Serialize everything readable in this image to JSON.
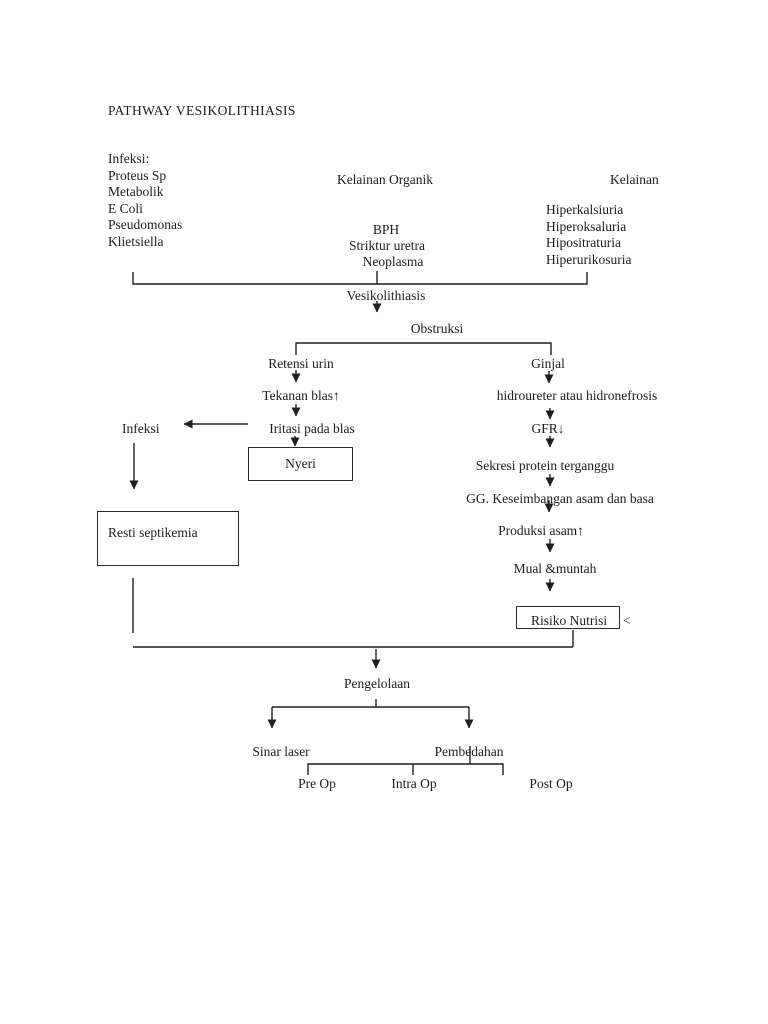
{
  "page": {
    "title": "PATHWAY VESIKOLITHIASIS"
  },
  "causes": {
    "infection": {
      "heading": "Infeksi:",
      "items": [
        "Proteus Sp",
        "Metabolik",
        "E Coli",
        "Pseudomonas",
        "Klietsiella"
      ]
    },
    "organic": {
      "heading": "Kelainan Organik",
      "items": [
        "BPH",
        "Striktur uretra",
        "Neoplasma"
      ]
    },
    "metabolic": {
      "heading": "Kelainan",
      "items": [
        "Hiperkalsiuria",
        "Hiperoksaluria",
        "Hipositraturia",
        "Hiperurikosuria"
      ]
    }
  },
  "flow": {
    "vesikolithiasis": "Vesikolithiasis",
    "obstruksi": "Obstruksi",
    "left_branch": {
      "retensi_urin": "Retensi urin",
      "tekanan_blas": "Tekanan blas↑",
      "iritasi_pada_blas": "Iritasi pada blas",
      "infeksi": "Infeksi",
      "nyeri": "Nyeri",
      "resti_septikemia": "Resti septikemia"
    },
    "right_branch": {
      "ginjal": "Ginjal",
      "hidroureter": "hidroureter atau hidronefrosis",
      "gfr": "GFR↓",
      "sekresi_protein": "Sekresi protein terganggu",
      "gg_keseimbangan": "GG. Keseimbangan asam dan basa",
      "produksi_asam": "Produksi asam↑",
      "mual_muntah": "Mual &muntah",
      "risiko_nutrisi": "Risiko Nutrisi",
      "risiko_nutrisi_suffix": "<"
    },
    "management": {
      "pengelolaan": "Pengelolaan",
      "sinar_laser": "Sinar laser",
      "pembedahan": "Pembedahan",
      "phases": [
        "Pre Op",
        "Intra Op",
        "Post Op"
      ]
    }
  },
  "colors": {
    "background": "#ffffff",
    "text": "#1c1c1c",
    "line": "#1f1f1f"
  }
}
